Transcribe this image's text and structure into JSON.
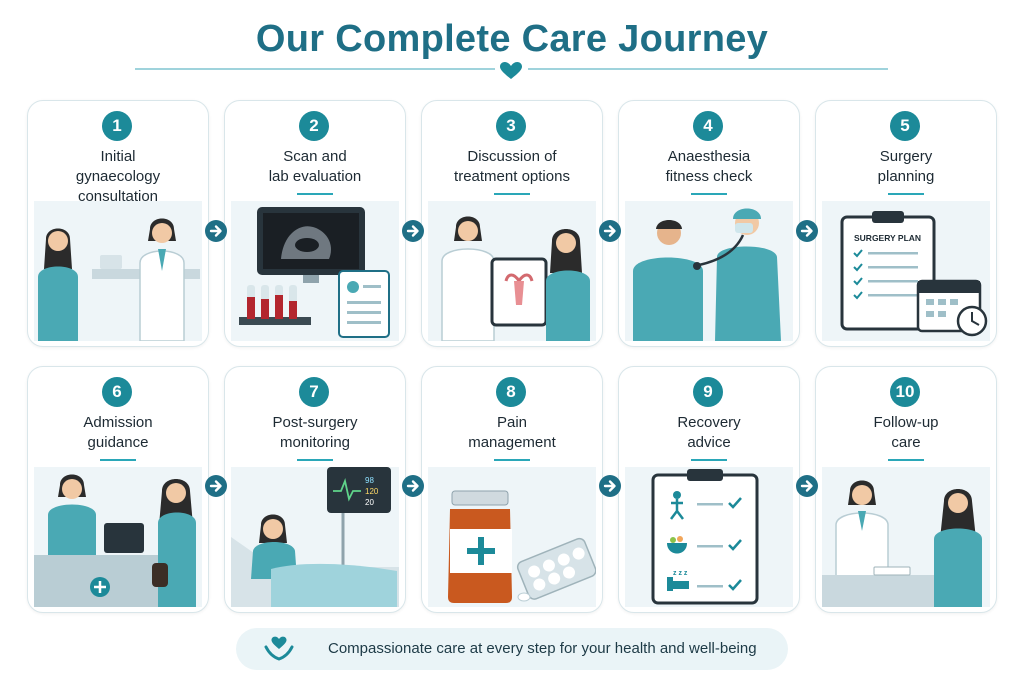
{
  "title": "Our Complete Care Journey",
  "steps": [
    {
      "number": "1",
      "lines": [
        "Initial",
        "gynaecology",
        "consultation"
      ],
      "icon": "consultation-icon"
    },
    {
      "number": "2",
      "lines": [
        "Scan and",
        "lab evaluation"
      ],
      "icon": "ultrasound-lab-icon"
    },
    {
      "number": "3",
      "lines": [
        "Discussion of",
        "treatment options"
      ],
      "icon": "treatment-discussion-icon"
    },
    {
      "number": "4",
      "lines": [
        "Anaesthesia",
        "fitness check"
      ],
      "icon": "stethoscope-check-icon"
    },
    {
      "number": "5",
      "lines": [
        "Surgery",
        "planning"
      ],
      "icon": "surgery-plan-icon",
      "clipboard_text": "SURGERY PLAN"
    },
    {
      "number": "6",
      "lines": [
        "Admission",
        "guidance"
      ],
      "icon": "admission-desk-icon"
    },
    {
      "number": "7",
      "lines": [
        "Post-surgery",
        "monitoring"
      ],
      "icon": "patient-monitor-icon",
      "monitor_values": [
        "98",
        "120",
        "20"
      ]
    },
    {
      "number": "8",
      "lines": [
        "Pain",
        "management"
      ],
      "icon": "medication-icon"
    },
    {
      "number": "9",
      "lines": [
        "Recovery",
        "advice"
      ],
      "icon": "recovery-checklist-icon"
    },
    {
      "number": "10",
      "lines": [
        "Follow-up",
        "care"
      ],
      "icon": "follow-up-icon"
    }
  ],
  "footer": {
    "text": "Compassionate care at every step for your health and well-being",
    "icon": "heart-hands-icon"
  },
  "colors": {
    "primary": "#1f6f86",
    "accent": "#1c8a99",
    "teal": "#4aa9b4",
    "light": "#eaf4f7",
    "border": "#d9e6ea"
  }
}
